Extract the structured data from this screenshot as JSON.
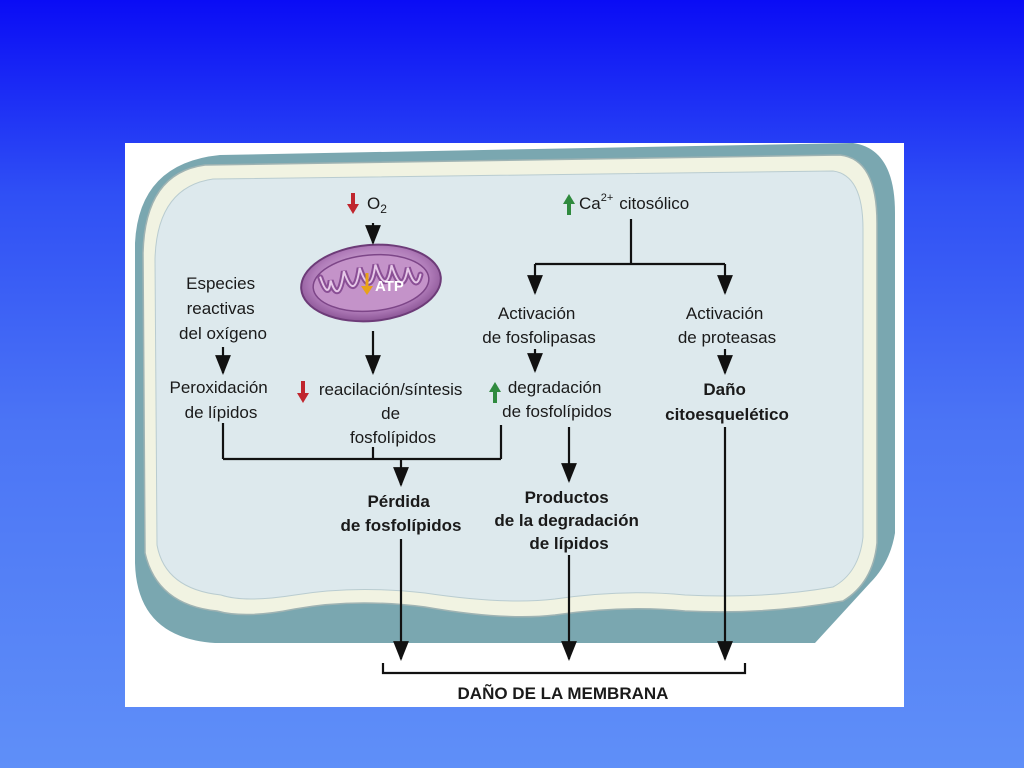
{
  "diagram": {
    "o2": {
      "arrow": "down",
      "arrow_color": "#c0262e",
      "label": "O",
      "sub": "2"
    },
    "calcium": {
      "arrow": "up",
      "arrow_color": "#2f8a3e",
      "label": "Ca",
      "sup": "2+",
      "suffix": "citosólico"
    },
    "mitochondrion": {
      "label": "ATP",
      "arrow": "down",
      "arrow_color": "#e8a21a"
    },
    "ros": [
      "Especies",
      "reactivas",
      "del oxígeno"
    ],
    "lipid_peroxidation": [
      "Peroxidación",
      "de lípidos"
    ],
    "reacylation": {
      "arrow": "down",
      "arrow_color": "#c0262e",
      "lines": [
        "reacilación/síntesis",
        "de",
        "fosfolípidos"
      ]
    },
    "phospholipase_activation": [
      "Activación",
      "de fosfolipasas"
    ],
    "protease_activation": [
      "Activación",
      "de proteasas"
    ],
    "degradation": {
      "arrow": "up",
      "arrow_color": "#2f8a3e",
      "lines": [
        "degradación",
        "de fosfolípidos"
      ]
    },
    "cytoskeletal_damage": [
      "Daño",
      "citoesquelético"
    ],
    "phospholipid_loss": [
      "Pérdida",
      "de fosfolípidos"
    ],
    "lipid_breakdown_products": [
      "Productos",
      "de la degradación",
      "de lípidos"
    ],
    "membrane_damage": "DAÑO DE LA MEMBRANA"
  },
  "colors": {
    "cell_fill": "#dde9ed",
    "cell_border": "#f1f3e2",
    "cell_shadow": "#7aa7b0",
    "mito_outer": "#9a5fa5",
    "mito_inner": "#d7b1d8"
  }
}
